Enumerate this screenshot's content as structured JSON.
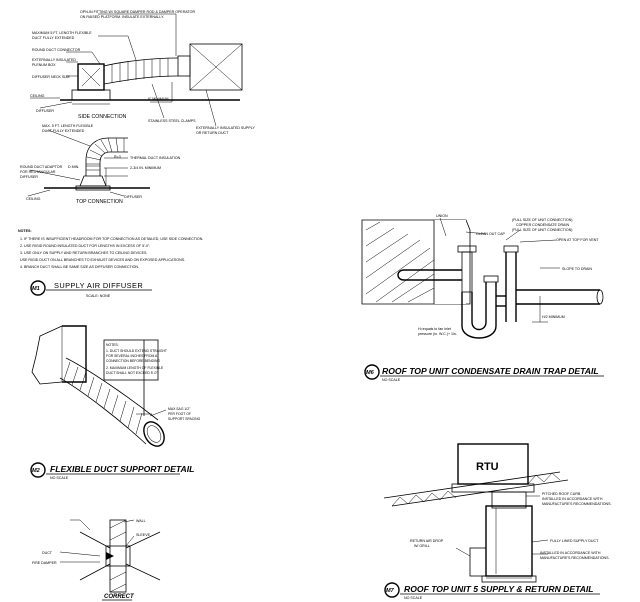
{
  "m1": {
    "side_labels": {
      "opt_fitting": "OPN-IN FITTING W/ SQUARE DAMPER ROD & DAMPER OPERATOR",
      "opt_fitting2": "ON RAISED PLATFORM. INSULATE EXTERNALLY.",
      "max_flex": "MAXIMUM 5 FT. LENGTH FLEXIBLE",
      "max_flex2": "DUCT FULLY EXTENDED",
      "round_conn": "ROUND DUCT CONNECTOR",
      "ext_ins": "EXTERNALLY INSULATED",
      "plenum": "PLENUM BOX",
      "neck": "DIFFUSER NECK SIZE",
      "ceiling": "CEILING",
      "diffuser": "DIFFUSER",
      "min6": "6\" MINIMUM",
      "clamps": "STAINLESS STEEL CLAMPS",
      "ext_supply": "EXTERNALLY INSULATED SUPPLY",
      "ext_supply2": "OR RETURN DUCT",
      "title": "SIDE CONNECTION"
    },
    "top_labels": {
      "max_flex": "MAX. 5 FT. LENGTH FLEXIBLE",
      "max_flex2": "DUCT FULLY EXTENDED",
      "r3": "R=3",
      "d_min": "D MIN.",
      "thermal": "THERMAL DUCT INSULATION",
      "min234": "2-3/4 IN. MINIMUM",
      "adaptor": "ROUND DUCT ADAPTOR",
      "adaptor2": "FOR RECTANGULAR",
      "adaptor3": "DIFFUSER",
      "ceiling": "CEILING",
      "diffuser": "DIFFUSER",
      "title": "TOP CONNECTION"
    },
    "notes_title": "NOTES:",
    "notes": [
      "1. IF THERE IS INSUFFICIENT HEADROOM FOR TOP CONNECTION AS DETAILED, USE SIDE CONNECTION.",
      "2. USE RIGID ROUND INSULATED DUCT FOR LENGTHS IN EXCESS OF 5'-0\".",
      "3. USE ONLY ON SUPPLY AND RETURN BRANCHES TO CEILING DEVICES.",
      "   USE RIGID DUCT ON ALL BRANCHES TO EXHAUST DEVICES AND ON EXPOSED APPLICATIONS.",
      "4. BRANCH DUCT SHALL BE SAME SIZE AS DIFFUSER CONNECTION."
    ],
    "tag": "M1",
    "title": "SUPPLY AIR DIFFUSER",
    "scale": "SCALE:  NONE"
  },
  "m2": {
    "notes_box": [
      "NOTES:",
      "1.  DUCT SHOULD EXTEND STRAIGHT",
      "    FOR SEVERAL INCHES FROM A",
      "    CONNECTION BEFORE BENDING",
      "2.  MAXIMUM LENGTH OF FLEXIBLE",
      "    DUCT SHALL NOT EXCEED 5'-0\""
    ],
    "sag": [
      "MAX SAG 1/2\"",
      "PER FOOT OF",
      "SUPPORT SPACING"
    ],
    "tag": "M2",
    "title": "FLEXIBLE DUCT SUPPORT DETAIL",
    "scale": "NO SCALE"
  },
  "m3": {
    "wall": "WALL",
    "sleeve": "SLEEVE",
    "duct": "DUCT",
    "fire_damper": "FIRE DAMPER",
    "correct": "CORRECT"
  },
  "m6": {
    "union": "UNION",
    "clean_out": "CLEAN OUT CAP",
    "full_size": "(FULL SIZE OF UNIT CONNECTION)",
    "copper": "COPPER CONDENSATE DRAIN",
    "full_size2": "(FULL SIZE OF UNIT CONNECTION)",
    "open_top": "OPEN AT TOP FOR VENT",
    "slope": "SLOPE TO DRAIN",
    "h_min": "H/2 MINIMUM",
    "h_eq": "H=equals to fan inlet",
    "pressure": "pressure (in. W.C.)+ 1in.",
    "tag": "M6",
    "title": "ROOF TOP UNIT CONDENSATE DRAIN TRAP DETAIL",
    "scale": "NO SCALE"
  },
  "m7": {
    "rtu": "RTU",
    "curb": [
      "PITCHED ROOF CURB",
      "INSTALLED IN ACCORDANCE WITH",
      "MANUFACTURE'S RECOMMENDATIONS."
    ],
    "return_drop": [
      "RETURN AIR DROP",
      "W/ GRILL"
    ],
    "supply_duct": "FULLY LINED SUPPLY DUCT",
    "installed": [
      "INSTALLED IN ACCORDANCE WITH",
      "MANUFACTURE'S RECOMMENDATIONS."
    ],
    "tag": "M7",
    "title": "ROOF TOP UNIT 5 SUPPLY & RETURN DETAIL",
    "scale": "NO SCALE"
  }
}
